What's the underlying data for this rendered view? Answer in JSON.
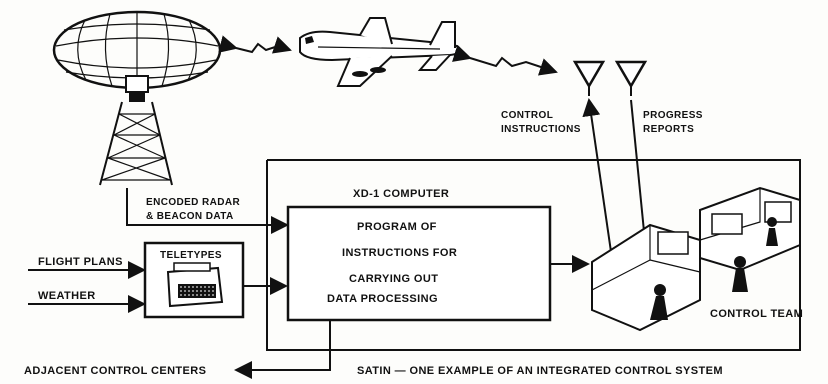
{
  "labels": {
    "control_instructions_1": "CONTROL",
    "control_instructions_2": "INSTRUCTIONS",
    "progress_reports_1": "PROGRESS",
    "progress_reports_2": "REPORTS",
    "encoded_radar_1": "ENCODED RADAR",
    "encoded_radar_2": "& BEACON DATA",
    "computer_title": "XD-1 COMPUTER",
    "program_1": "PROGRAM OF",
    "program_2": "INSTRUCTIONS FOR",
    "program_3": "CARRYING OUT",
    "program_4": "DATA PROCESSING",
    "teletypes": "TELETYPES",
    "flight_plans": "FLIGHT PLANS",
    "weather": "WEATHER",
    "control_team": "CONTROL TEAM",
    "adjacent_centers": "ADJACENT CONTROL CENTERS",
    "caption": "SATIN — ONE EXAMPLE OF AN INTEGRATED CONTROL SYSTEM"
  },
  "icons": [
    "radar-antenna-icon",
    "jet-airplane-icon",
    "antenna-icon",
    "teletype-icon",
    "control-consoles-icon"
  ]
}
